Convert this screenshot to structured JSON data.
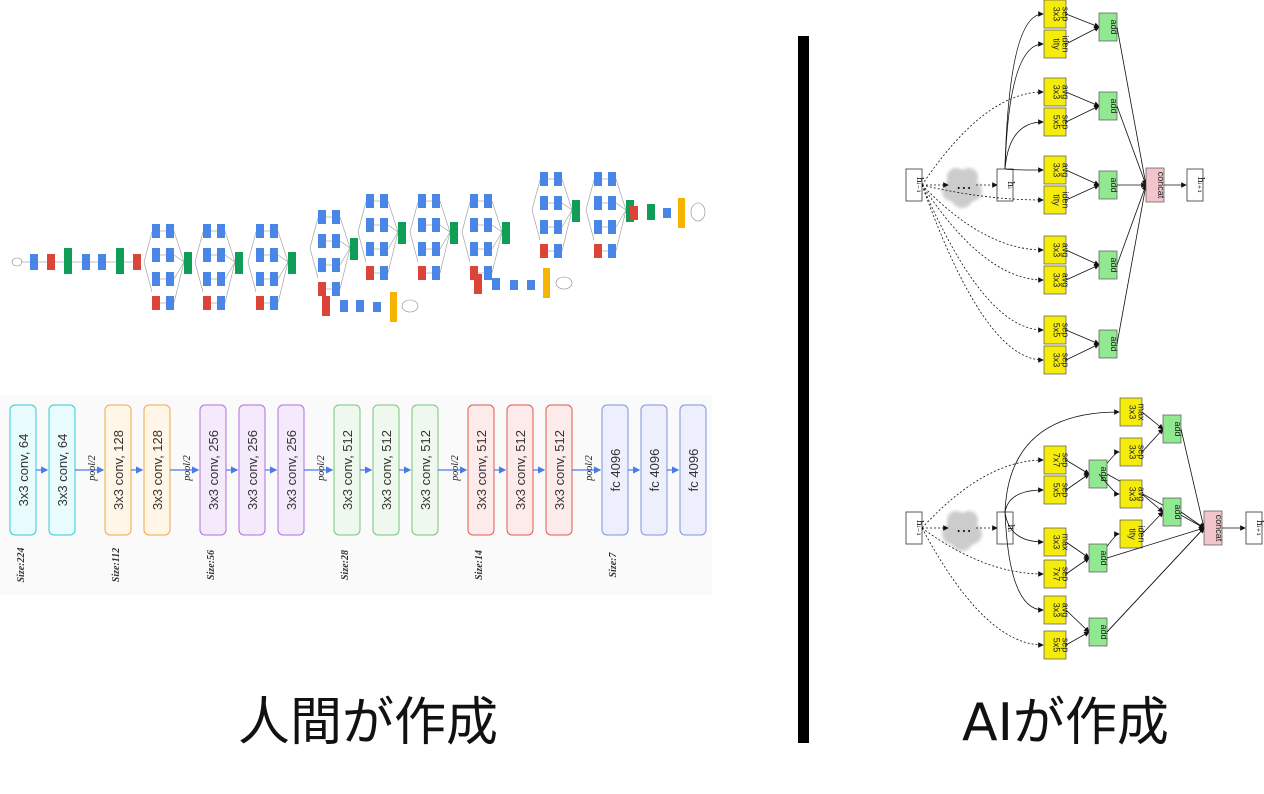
{
  "captions": {
    "human": "人間が作成",
    "ai": "AIが作成"
  },
  "vgg": {
    "blocks": [
      {
        "labels": [
          "3x3 conv, 64",
          "3x3 conv, 64"
        ],
        "stroke": "#38c9d8",
        "fill": "#e8fbfd",
        "pool": "pool/2",
        "size": "Size:224"
      },
      {
        "labels": [
          "3x3 conv, 128",
          "3x3 conv, 128"
        ],
        "stroke": "#f0a84a",
        "fill": "#fff6e8",
        "pool": "pool/2",
        "size": "Size:112"
      },
      {
        "labels": [
          "3x3 conv, 256",
          "3x3 conv, 256",
          "3x3 conv, 256"
        ],
        "stroke": "#b070e0",
        "fill": "#f4eafc",
        "pool": "pool/2",
        "size": "Size:56"
      },
      {
        "labels": [
          "3x3 conv, 512",
          "3x3 conv, 512",
          "3x3 conv, 512"
        ],
        "stroke": "#7ac47a",
        "fill": "#eef8ee",
        "pool": "pool/2",
        "size": "Size:28"
      },
      {
        "labels": [
          "3x3 conv, 512",
          "3x3 conv, 512",
          "3x3 conv, 512"
        ],
        "stroke": "#e05a4e",
        "fill": "#fdeaea",
        "pool": "pool/2",
        "size": "Size:14"
      },
      {
        "labels": [
          "fc 4096",
          "fc 4096",
          "fc 4096"
        ],
        "stroke": "#7e94e0",
        "fill": "#edf0fc",
        "pool": "",
        "size": "Size:7"
      }
    ]
  },
  "cell1": {
    "inputs": [
      "h_{i-1}",
      "h_i"
    ],
    "output": "h_{i+1}",
    "ops": [
      [
        "sep\n3x3",
        "iden\ntity"
      ],
      [
        "avg\n3x3",
        "sep\n5x5"
      ],
      [
        "avg\n3x3",
        "iden\ntity"
      ],
      [
        "avg\n3x3",
        "avg\n3x3"
      ],
      [
        "sep\n5x5",
        "sep\n3x3"
      ]
    ],
    "add": "add",
    "concat": "concat"
  },
  "cell2": {
    "inputs": [
      "h_{i-1}",
      "h_i"
    ],
    "output": "h_{i+1}",
    "ops": [
      [
        "max\n3x3",
        "sep\n3x3"
      ],
      [
        "sep\n7x7",
        "sep\n5x5"
      ],
      [
        "avg\n3x3",
        "iden\ntity"
      ],
      [
        "max\n3x3",
        "sep\n7x7"
      ],
      [
        "avg\n3x3",
        "sep\n5x5"
      ]
    ],
    "add": "add",
    "concat": "concat"
  },
  "colors": {
    "op_fill": "#f5ec0c",
    "add_fill": "#90e890",
    "concat_fill": "#f2c4cc",
    "arrow": "#4a7ae8"
  }
}
